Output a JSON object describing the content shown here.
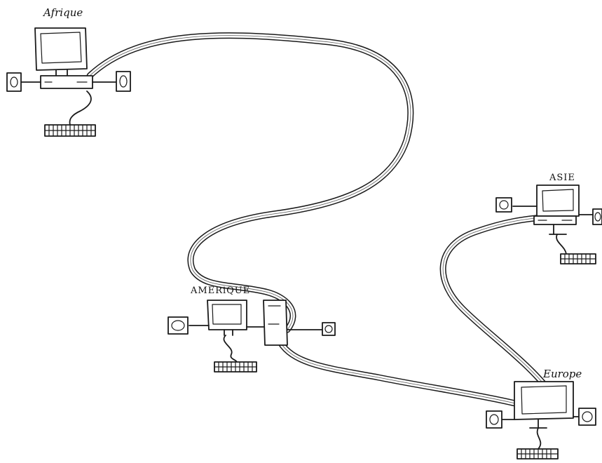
{
  "stations": [
    {
      "id": "afrique",
      "label": "Afrique"
    },
    {
      "id": "amerique",
      "label": "AMERiQUE"
    },
    {
      "id": "asie",
      "label": "ASIE"
    },
    {
      "id": "europe",
      "label": "Europe"
    }
  ]
}
